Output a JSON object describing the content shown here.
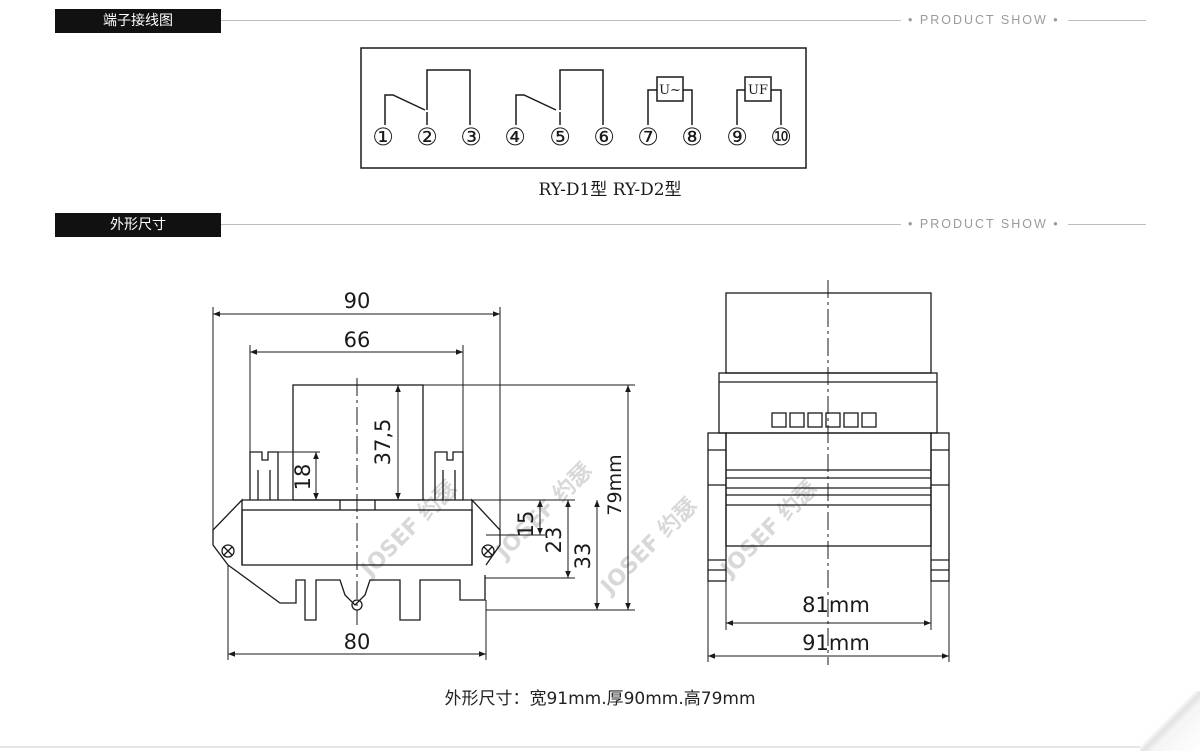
{
  "sections": [
    {
      "title": "端子接线图",
      "tag": "PRODUCT SHOW"
    },
    {
      "title": "外形尺寸",
      "tag": "PRODUCT SHOW"
    }
  ],
  "wiring": {
    "terminals": [
      "①",
      "②",
      "③",
      "④",
      "⑤",
      "⑥",
      "⑦",
      "⑧",
      "⑨",
      "⑩"
    ],
    "module_labels": [
      "U~",
      "UF"
    ],
    "model_label": "RY-D1型  RY-D2型"
  },
  "dimensions": {
    "side_view": {
      "width_90": "90",
      "width_66": "66",
      "height_37_5": "37,5",
      "height_18": "18",
      "height_15": "15",
      "height_23": "23",
      "height_33": "33",
      "height_79mm": "79mm",
      "width_80": "80"
    },
    "front_view": {
      "width_81": "81mm",
      "width_91": "91mm"
    }
  },
  "watermark": "JOSEF 约瑟",
  "caption": "外形尺寸：宽91mm.厚90mm.高79mm",
  "colors": {
    "bar": "#111111",
    "line": "#1a1a1a",
    "tag": "#9a9a9a",
    "watermark": "#d8d8d8"
  }
}
